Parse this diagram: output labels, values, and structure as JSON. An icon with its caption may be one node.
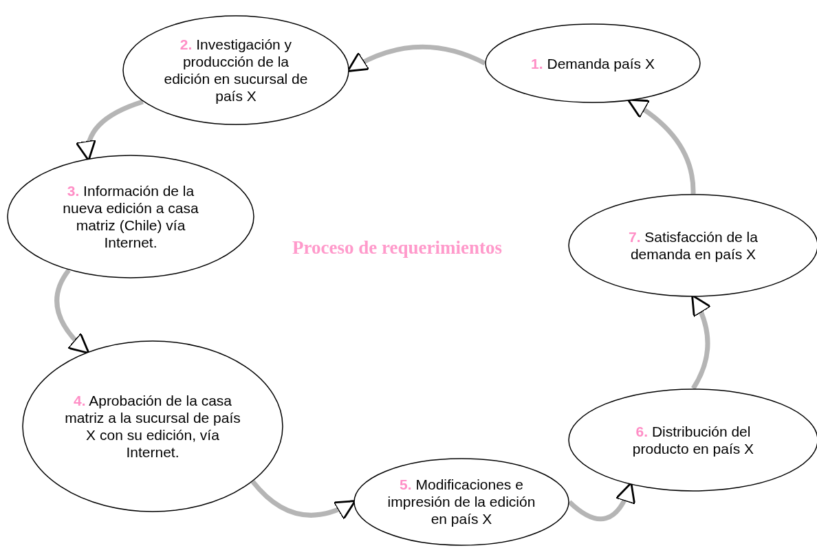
{
  "diagram": {
    "title": "Proceso de requerimientos",
    "nodes": [
      {
        "text": [
          "**1.** Demanda país X"
        ]
      },
      {
        "text": [
          "**2.** Investigación y producción de la edición en sucursal de país X"
        ]
      },
      {
        "text": [
          "**3.** Información de la nueva edición a casa matriz (Chile) vía Internet."
        ]
      },
      {
        "text": [
          "**4.** Aprobación de la casa matriz a la sucursal de país X con su edición, vía Internet."
        ]
      },
      {
        "text": [
          "**5.** Modificaciones e impresión de la edición en país X"
        ]
      },
      {
        "text": [
          "**6.** Distribución del producto en país X"
        ]
      },
      {
        "text": [
          "**7.** Satisfacción de la demanda en país X"
        ]
      }
    ],
    "edges": [
      {
        "from": 0,
        "to": 1,
        "arrow": "to"
      },
      {
        "from": 1,
        "to": 2,
        "arrow": "to"
      },
      {
        "from": 2,
        "to": 3,
        "arrow": "to"
      },
      {
        "from": 3,
        "to": 4,
        "arrow": "to"
      },
      {
        "from": 4,
        "to": 5,
        "arrow": "to"
      },
      {
        "from": 5,
        "to": 6,
        "arrow": "to"
      },
      {
        "from": 6,
        "to": 0,
        "arrow": "to"
      }
    ]
  }
}
